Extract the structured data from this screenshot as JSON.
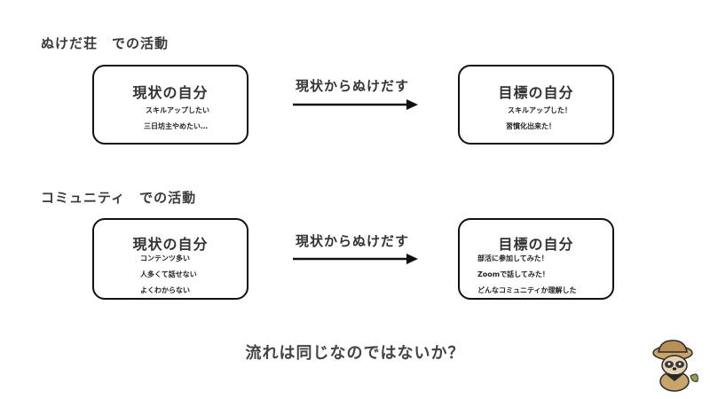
{
  "section1": {
    "title": "ぬけだ荘　での活動",
    "current": {
      "title": "現状の自分",
      "lines": [
        "スキルアップしたい",
        "三日坊主やめたい…"
      ]
    },
    "arrow_label": "現状からぬけだす",
    "goal": {
      "title": "目標の自分",
      "lines": [
        "スキルアップした！",
        "習慣化出来た！"
      ]
    }
  },
  "section2": {
    "title": "コミュニティ　での活動",
    "current": {
      "title": "現状の自分",
      "lines": [
        "コンテンツ多い",
        "人多くて話せない",
        "よくわからない"
      ]
    },
    "arrow_label": "現状からぬけだす",
    "goal": {
      "title": "目標の自分",
      "lines": [
        "部活に参加してみた！",
        "Zoomで話してみた！",
        "どんなコミュニティか理解した"
      ]
    }
  },
  "conclusion": "流れは同じなのではないか？",
  "mascot_icon": "tanuki-mascot-icon"
}
